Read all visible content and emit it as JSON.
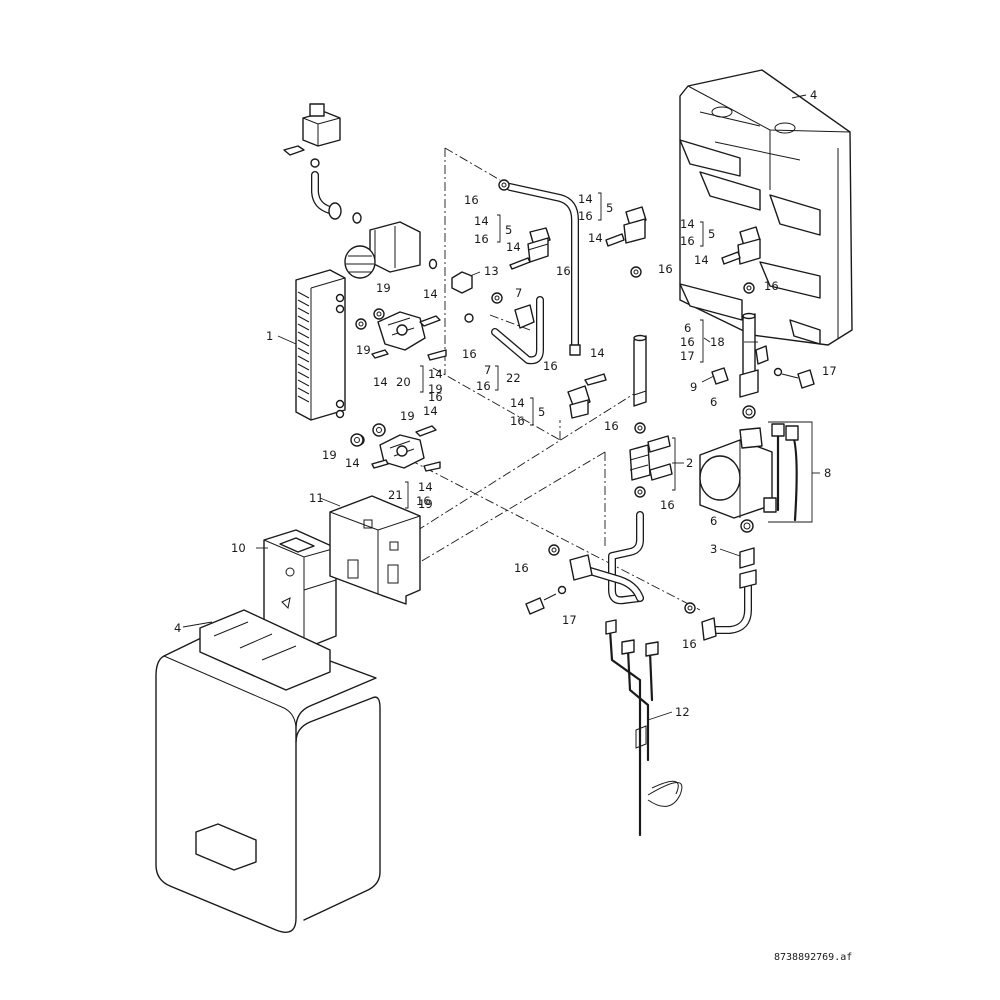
{
  "callouts": {
    "c1": "1",
    "c2": "2",
    "c3": "3",
    "c4_top": "4",
    "c4_bottom": "4",
    "c5_a": "5",
    "c5_b": "5",
    "c5_c": "5",
    "c5_d": "5",
    "c6_a": "6",
    "c6_b": "6",
    "c6_c": "6",
    "c7_a": "7",
    "c7_b": "7",
    "c8": "8",
    "c9": "9",
    "c10": "10",
    "c11": "11",
    "c12": "12",
    "c13": "13",
    "c14_a": "14",
    "c14_b": "14",
    "c14_c": "14",
    "c14_d": "14",
    "c14_e": "14",
    "c14_f": "14",
    "c14_g": "14",
    "c14_h": "14",
    "c14_i": "14",
    "c14_j": "14",
    "c14_k": "14",
    "c14_l": "14",
    "c14_m": "14",
    "c14_n": "14",
    "c16_a": "16",
    "c16_b": "16",
    "c16_c": "16",
    "c16_d": "16",
    "c16_e": "16",
    "c16_f": "16",
    "c16_g": "16",
    "c16_h": "16",
    "c16_i": "16",
    "c16_j": "16",
    "c16_k": "16",
    "c16_l": "16",
    "c16_m": "16",
    "c16_n": "16",
    "c16_o": "16",
    "c16_p": "16",
    "c16_q": "16",
    "c16_r": "16",
    "c17_a": "17",
    "c17_b": "17",
    "c17_c": "17",
    "c18": "18",
    "c19_a": "19",
    "c19_b": "19",
    "c19_c": "19",
    "c19_d": "19",
    "c19_e": "19",
    "c19_f": "19",
    "c20": "20",
    "c21": "21",
    "c22": "22"
  },
  "document_id": "8738892769.af"
}
